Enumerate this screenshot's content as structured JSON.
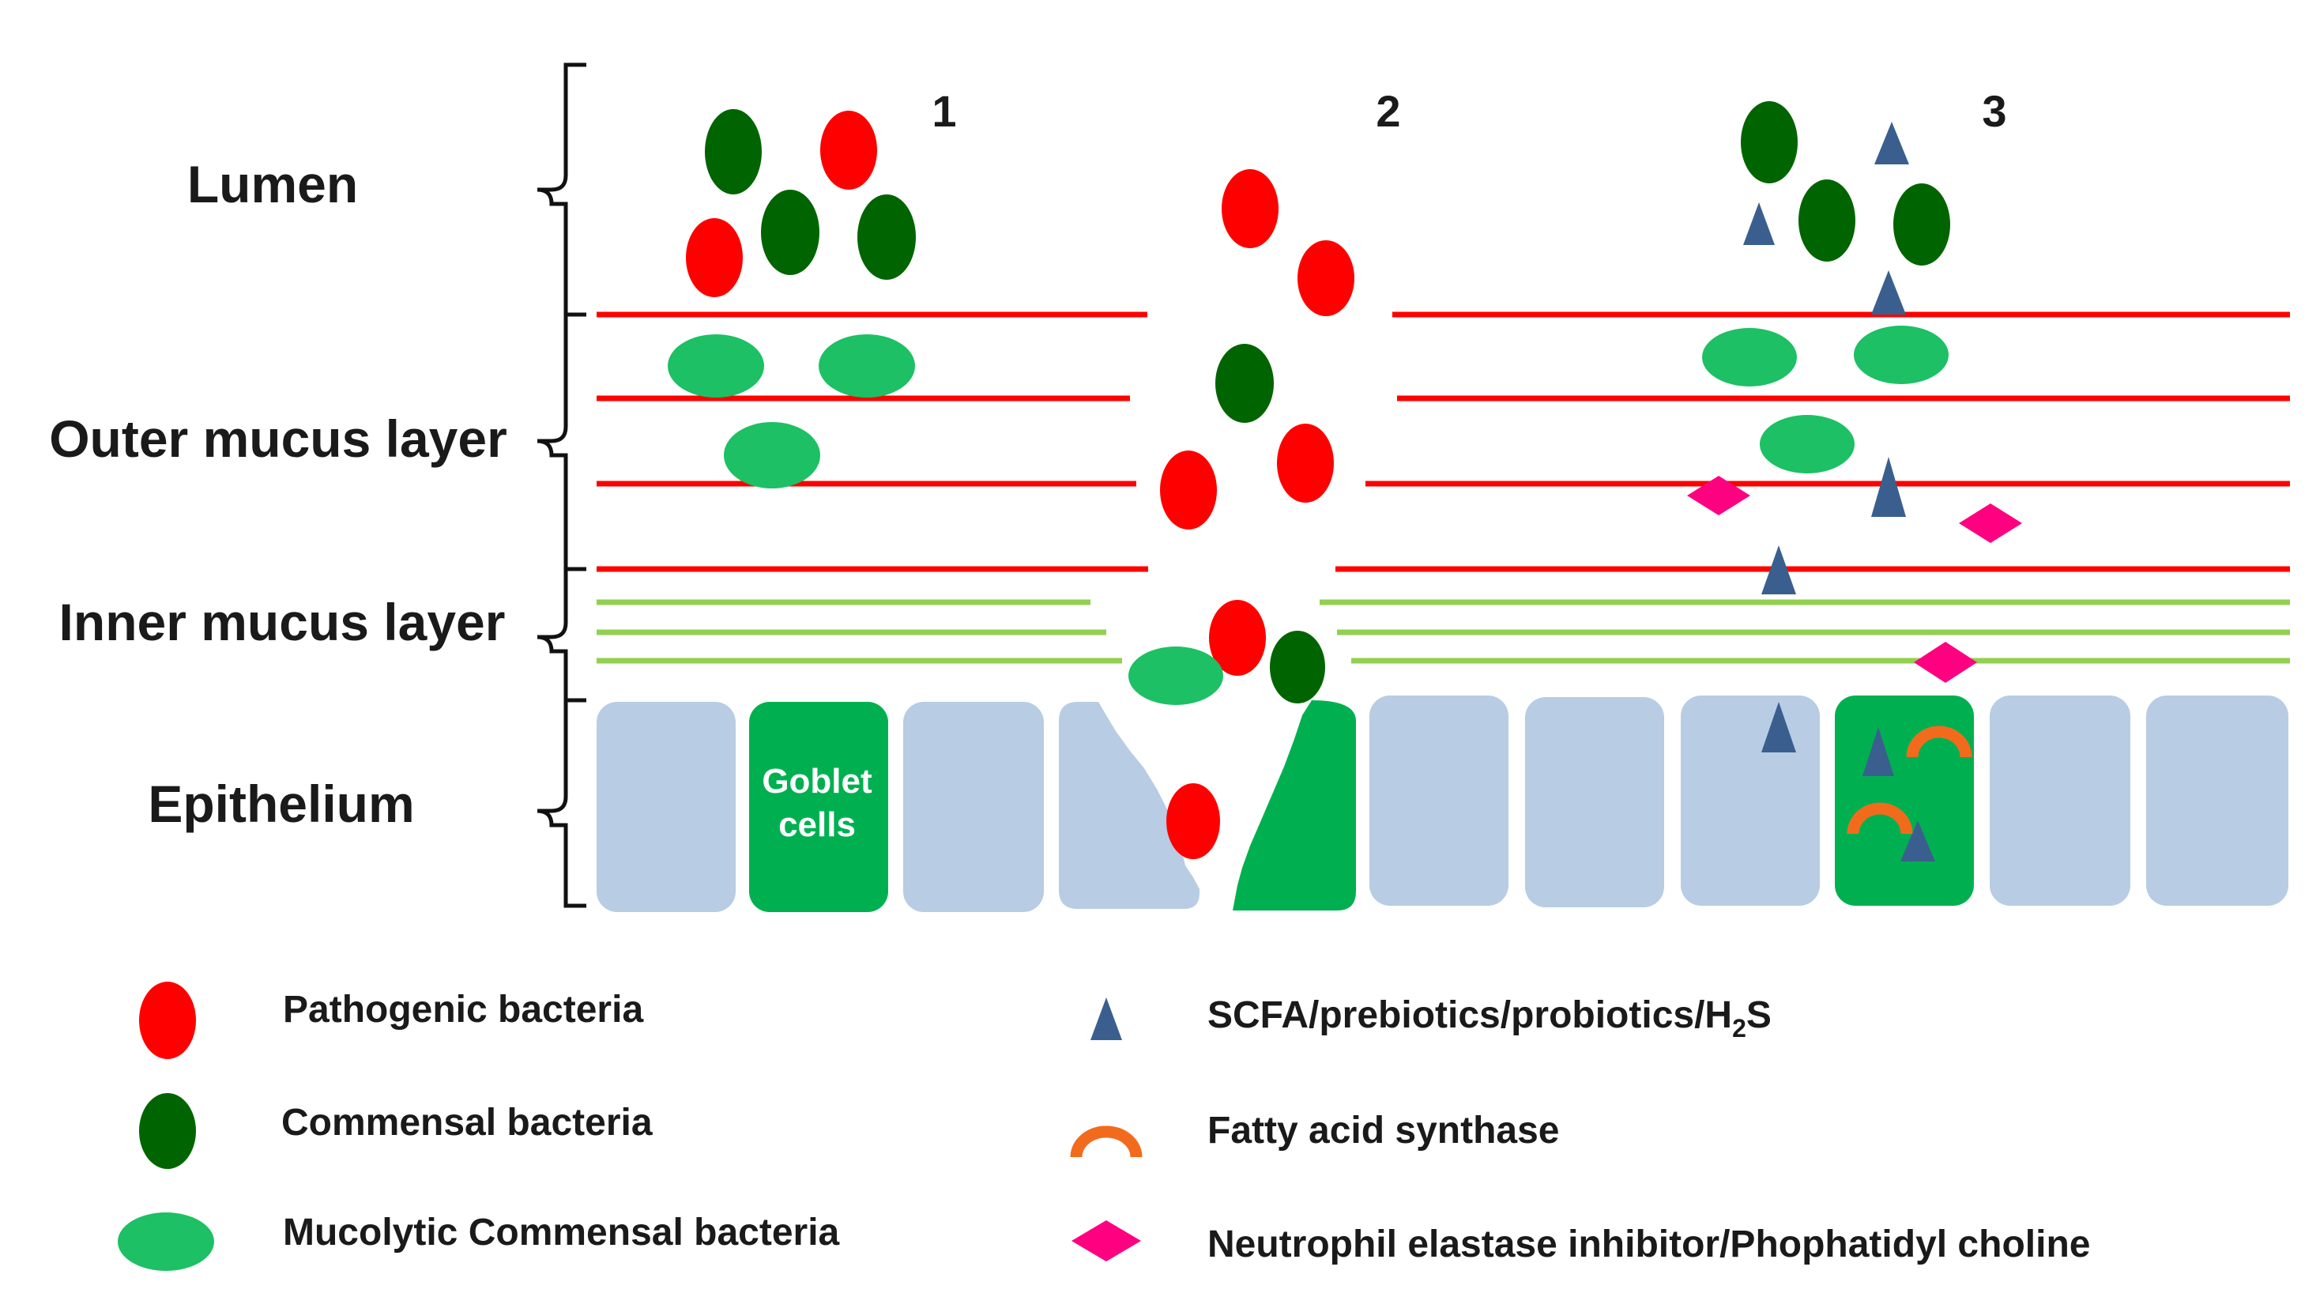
{
  "layers": {
    "lumen": "Lumen",
    "outer_mucus": "Outer mucus layer",
    "inner_mucus": "Inner mucus layer",
    "epithelium": "Epithelium"
  },
  "panels": [
    "1",
    "2",
    "3"
  ],
  "goblet_label": [
    "Goblet",
    "cells"
  ],
  "legend": {
    "pathogenic": "Pathogenic bacteria",
    "commensal": "Commensal bacteria",
    "mucolytic": "Mucolytic Commensal bacteria",
    "scfa_prefix": "SCFA/prebiotics/probiotics/H",
    "scfa_sub": "2",
    "scfa_suffix": "S",
    "fas": "Fatty acid synthase",
    "elastase": "Neutrophil elastase inhibitor/Phophatidyl choline"
  },
  "colors": {
    "pathogenic": "#ff0000",
    "commensal": "#006400",
    "mucolytic": "#1dc064",
    "goblet": "#00b050",
    "epithelial_cell": "#b8cce4",
    "outer_mucus_line": "#ff0000",
    "inner_mucus_line": "#92d050",
    "scfa": "#3a5f8f",
    "fas": "#f26b1d",
    "elastase": "#ff0080"
  },
  "icons": {
    "pathogenic": "red-ellipse-icon",
    "commensal": "dark-green-ellipse-icon",
    "mucolytic": "light-green-ellipse-icon",
    "scfa": "blue-triangle-icon",
    "fas": "orange-arc-icon",
    "elastase": "pink-diamond-icon"
  }
}
